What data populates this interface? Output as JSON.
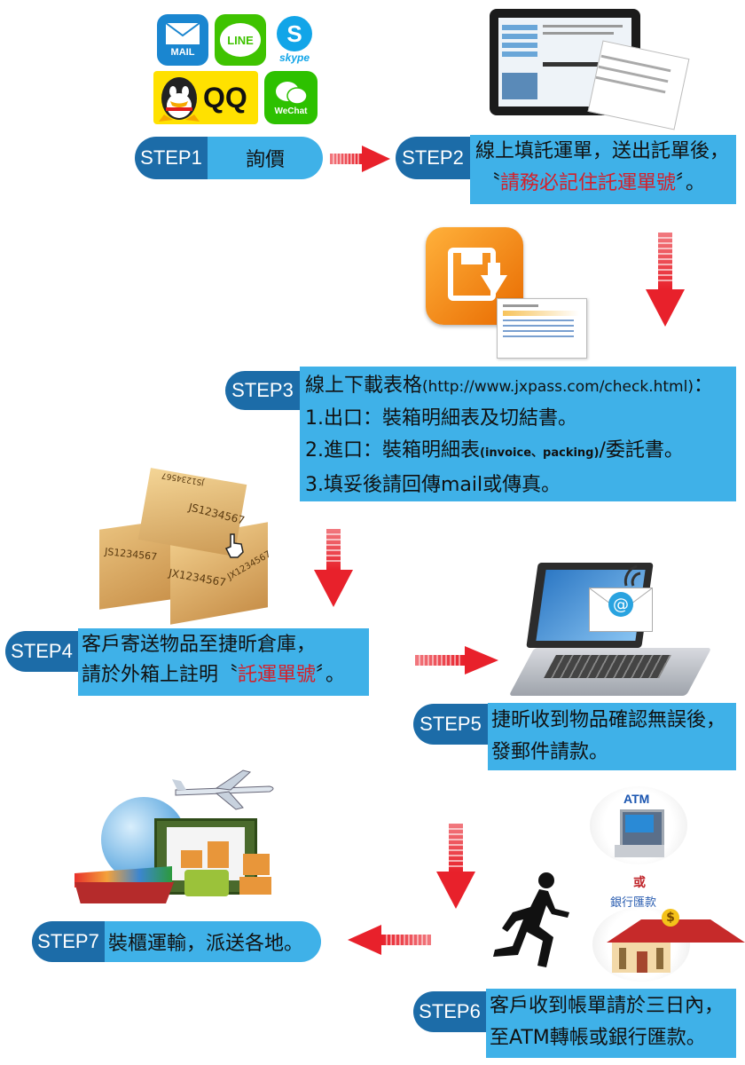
{
  "icons": {
    "mail": "MAIL",
    "line": "LINE",
    "skype": "skype",
    "qq": "QQ",
    "wechat": "WeChat",
    "atm": "ATM"
  },
  "step1": {
    "label": "STEP1",
    "text": "詢價"
  },
  "step2": {
    "label": "STEP2",
    "line1": "線上填託運單，送出託單後，",
    "line2_open": "〝",
    "line2_red": "請務必記住託運單號",
    "line2_close": "〞。"
  },
  "step3": {
    "label": "STEP3",
    "line1_text": "線上下載表格",
    "line1_url": "(http://www.jxpass.com/check.html)",
    "line1_colon": "：",
    "line2": "1.出口：裝箱明細表及切結書。",
    "line3_a": "2.進口：裝箱明細表",
    "line3_small": "(invoice、packing)",
    "line3_b": "/委託書。",
    "line4": "3.填妥後請回傳mail或傳真。"
  },
  "step4": {
    "label": "STEP4",
    "line1": "客戶寄送物品至捷昕倉庫，",
    "line2_a": "請於外箱上註明〝",
    "line2_red": "託運單號",
    "line2_b": "〞。"
  },
  "step5": {
    "label": "STEP5",
    "line1": "捷昕收到物品確認無誤後，",
    "line2": "發郵件請款。"
  },
  "step6": {
    "label": "STEP6",
    "line1": "客戶收到帳單請於三日內，",
    "line2": "至ATM轉帳或銀行匯款。"
  },
  "step7": {
    "label": "STEP7",
    "text": "裝櫃運輸，派送各地。"
  },
  "payment": {
    "or": "或",
    "bank": "銀行匯款"
  },
  "boxes": {
    "a": "JS1234567",
    "b": "JS1234567",
    "c": "JX1234567",
    "d": "JX1234567",
    "e": "JS1234567"
  },
  "colors": {
    "pill": "#1c6ca8",
    "box": "#3fb1e8",
    "arrow": "#e8212b",
    "highlight": "#d4202a"
  }
}
